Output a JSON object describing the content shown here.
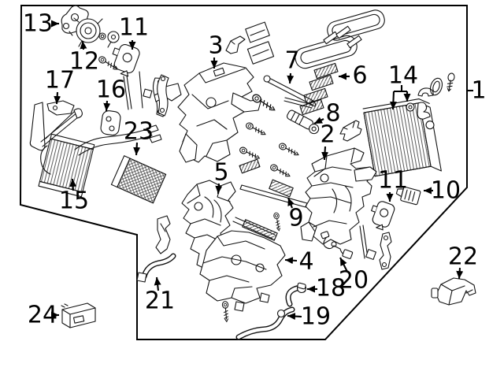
{
  "diagram": {
    "background_color": "#ffffff",
    "line_color": "#000000",
    "callouts": {
      "n1": "1",
      "n2": "2",
      "n3": "3",
      "n4": "4",
      "n5": "5",
      "n6": "6",
      "n7": "7",
      "n8": "8",
      "n9": "9",
      "n10": "10",
      "n11a": "11",
      "n11b": "11",
      "n12": "12",
      "n13": "13",
      "n14": "14",
      "n15": "15",
      "n16": "16",
      "n17": "17",
      "n18": "18",
      "n19": "19",
      "n20": "20",
      "n21": "21",
      "n22": "22",
      "n23": "23",
      "n24": "24"
    }
  }
}
